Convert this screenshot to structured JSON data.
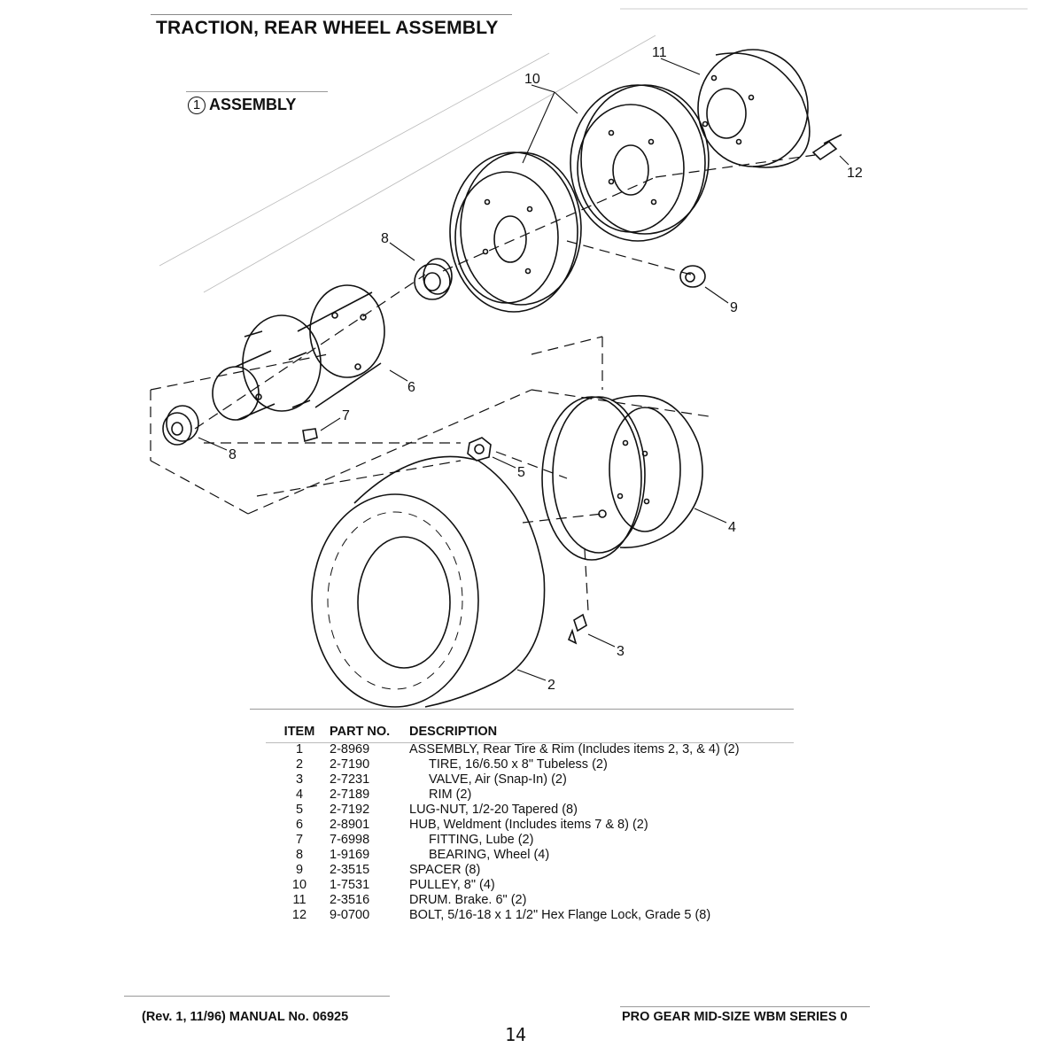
{
  "header": {
    "title": "TRACTION, REAR WHEEL ASSEMBLY",
    "subtitle_number": "1",
    "subtitle_text": "ASSEMBLY"
  },
  "callouts": [
    "10",
    "11",
    "12",
    "8",
    "9",
    "6",
    "7",
    "8",
    "5",
    "4",
    "3",
    "2"
  ],
  "parts_table": {
    "headers": [
      "ITEM",
      "PART NO.",
      "DESCRIPTION"
    ],
    "rows": [
      {
        "item": "1",
        "part": "2-8969",
        "desc": "ASSEMBLY, Rear Tire & Rim (Includes items 2, 3, & 4) (2)"
      },
      {
        "item": "2",
        "part": "2-7190",
        "desc": "TIRE, 16/6.50 x 8\" Tubeless (2)"
      },
      {
        "item": "3",
        "part": "2-7231",
        "desc": "VALVE, Air (Snap-In) (2)"
      },
      {
        "item": "4",
        "part": "2-7189",
        "desc": "RIM (2)"
      },
      {
        "item": "5",
        "part": "2-7192",
        "desc": "LUG-NUT, 1/2-20 Tapered (8)"
      },
      {
        "item": "6",
        "part": "2-8901",
        "desc": "HUB, Weldment (Includes items 7 & 8) (2)"
      },
      {
        "item": "7",
        "part": "7-6998",
        "desc": "FITTING, Lube (2)"
      },
      {
        "item": "8",
        "part": "1-9169",
        "desc": "BEARING, Wheel (4)"
      },
      {
        "item": "9",
        "part": "2-3515",
        "desc": "SPACER (8)"
      },
      {
        "item": "10",
        "part": "1-7531",
        "desc": "PULLEY, 8\" (4)"
      },
      {
        "item": "11",
        "part": "2-3516",
        "desc": "DRUM. Brake. 6\" (2)"
      },
      {
        "item": "12",
        "part": "9-0700",
        "desc": "BOLT, 5/16-18 x 1 1/2\" Hex Flange Lock, Grade 5 (8)"
      }
    ]
  },
  "footer": {
    "left": "(Rev. 1, 11/96) MANUAL No. 06925",
    "right": "PRO GEAR MID-SIZE WBM SERIES 0",
    "page": "14"
  }
}
